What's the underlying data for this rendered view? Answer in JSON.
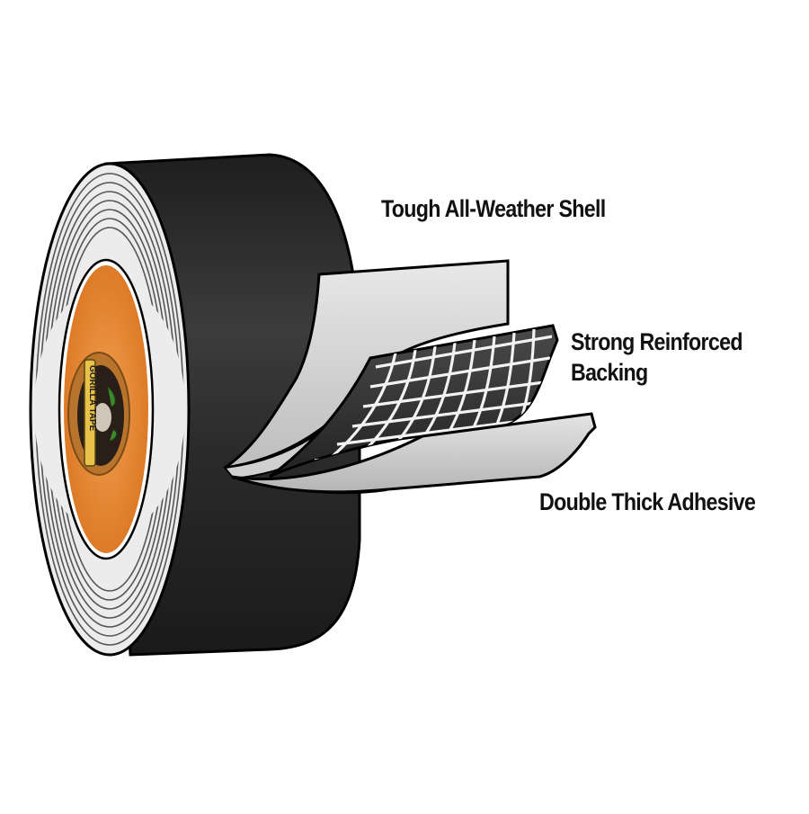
{
  "diagram": {
    "subject": "Gorilla Tape roll cross-section",
    "brand_on_core": "GORILLA TAPE",
    "colors": {
      "background": "#ffffff",
      "tape_outer": "#2b2b2b",
      "tape_edge": "#e6e6e6",
      "core_orange": "#e8862e",
      "shell_layer": "#d9d9d9",
      "mesh_dark": "#3a3a3a",
      "mesh_lines": "#f2f2f2",
      "adhesive_layer": "#cfcfcf",
      "label_text": "#111111",
      "logo_yellow": "#e8c24a"
    },
    "layers": [
      {
        "id": "shell",
        "label": "Tough All-Weather Shell"
      },
      {
        "id": "backing",
        "label_lines": [
          "Strong Reinforced",
          "Backing"
        ]
      },
      {
        "id": "adhesive",
        "label": "Double Thick Adhesive"
      }
    ]
  }
}
